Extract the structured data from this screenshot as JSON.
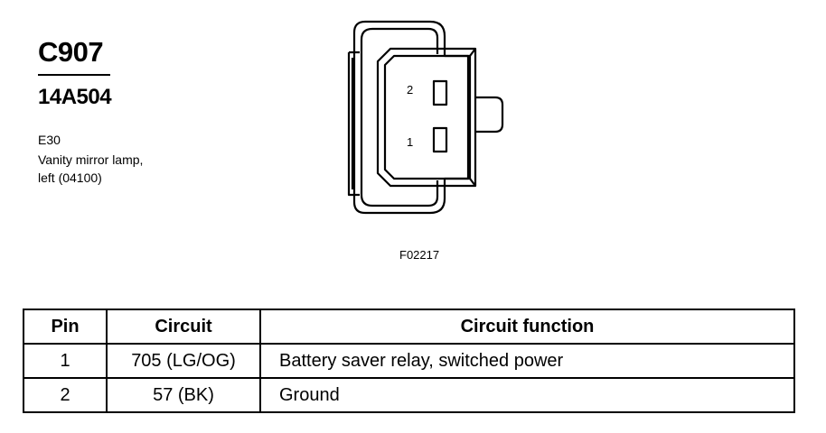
{
  "connector": {
    "id": "C907",
    "part_number": "14A504",
    "location_code": "E30",
    "description_line1": "Vanity mirror lamp,",
    "description_line2": "left (04100)"
  },
  "diagram": {
    "figure_number": "F02217",
    "pins": [
      {
        "label": "2"
      },
      {
        "label": "1"
      }
    ]
  },
  "table": {
    "headers": [
      "Pin",
      "Circuit",
      "Circuit function"
    ],
    "rows": [
      {
        "pin": "1",
        "circuit": "705 (LG/OG)",
        "function": "Battery saver relay, switched power"
      },
      {
        "pin": "2",
        "circuit": "57 (BK)",
        "function": "Ground"
      }
    ]
  }
}
